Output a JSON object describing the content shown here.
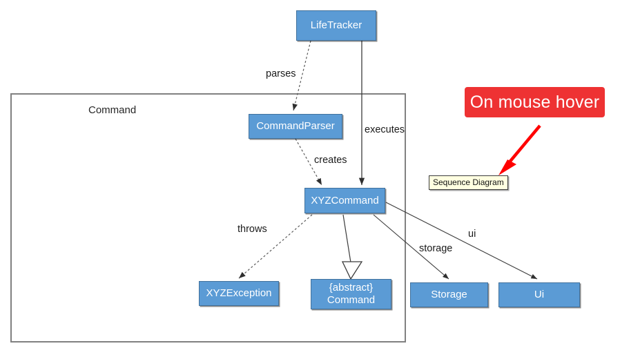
{
  "diagram": {
    "package": {
      "label": "Command"
    },
    "classes": [
      {
        "id": "lifetracker",
        "label": "LifeTracker",
        "label2": ""
      },
      {
        "id": "commandparser",
        "label": "CommandParser",
        "label2": ""
      },
      {
        "id": "xyzcommand",
        "label": "XYZCommand",
        "label2": ""
      },
      {
        "id": "xyzexception",
        "label": "XYZException",
        "label2": ""
      },
      {
        "id": "abstract-command",
        "label": "{abstract}",
        "label2": "Command"
      },
      {
        "id": "storage",
        "label": "Storage",
        "label2": ""
      },
      {
        "id": "ui",
        "label": "Ui",
        "label2": ""
      }
    ],
    "edge_labels": {
      "parses": "parses",
      "executes": "executes",
      "creates": "creates",
      "throws": "throws",
      "storage": "storage",
      "ui": "ui"
    },
    "callout": {
      "text": "On mouse hover"
    },
    "tooltip": {
      "text": "Sequence Diagram"
    },
    "colors": {
      "class_fill": "#5B9BD5",
      "class_border": "#41719C",
      "package_border": "#808080",
      "callout_fill": "#EE3233",
      "callout_text": "#FFFFFF",
      "tooltip_fill": "#FFFFE1",
      "arrow_highlight": "#FF0000",
      "edge_stroke": "#3B3B3B"
    }
  }
}
